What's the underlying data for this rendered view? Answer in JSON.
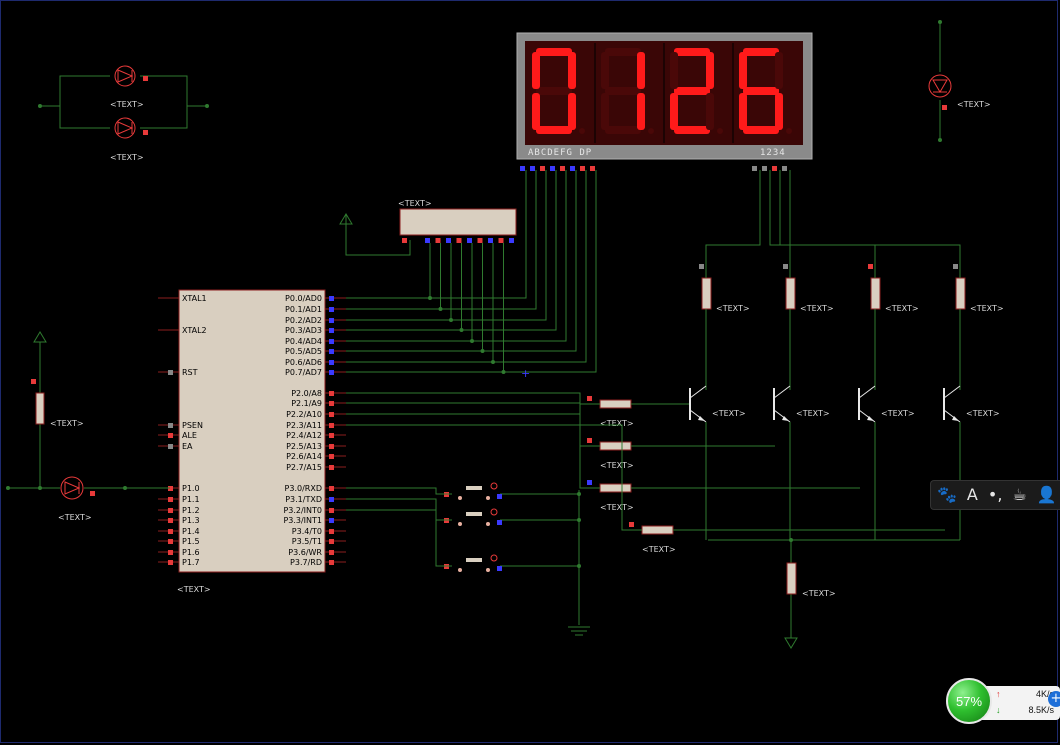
{
  "display": {
    "digits": [
      "0",
      "1",
      "2",
      "6"
    ],
    "segment_label": "ABCDEFG  DP",
    "digit_label": "1234",
    "active_color": "#ff1a1a",
    "inactive_color": "#4a0808"
  },
  "placeholder": "<TEXT>",
  "mcu": {
    "left_pins": [
      "XTAL1",
      "XTAL2",
      "RST",
      "PSEN",
      "ALE",
      "EA",
      "P1.0",
      "P1.1",
      "P1.2",
      "P1.3",
      "P1.4",
      "P1.5",
      "P1.6",
      "P1.7"
    ],
    "right_pins": [
      "P0.0/AD0",
      "P0.1/AD1",
      "P0.2/AD2",
      "P0.3/AD3",
      "P0.4/AD4",
      "P0.5/AD5",
      "P0.6/AD6",
      "P0.7/AD7",
      "P2.0/A8",
      "P2.1/A9",
      "P2.2/A10",
      "P2.3/A11",
      "P2.4/A12",
      "P2.5/A13",
      "P2.6/A14",
      "P2.7/A15",
      "P3.0/RXD",
      "P3.1/TXD",
      "P3.2/INT0",
      "P3.3/INT1",
      "P3.4/T0",
      "P3.5/T1",
      "P3.6/WR",
      "P3.7/RD"
    ]
  },
  "net_speed": {
    "percent": "57%",
    "up": "4K/s",
    "down": "8.5K/s",
    "up_arrow": "↑",
    "down_arrow": "↓",
    "plus": "+"
  },
  "toolbar_icons": [
    "paw-icon",
    "font-icon",
    "punctuation-icon",
    "cup-icon",
    "user-icon"
  ],
  "toolbar_glyphs": {
    "paw": "🐾",
    "font": "A",
    "punct": "•,",
    "cup": "☕",
    "user": "👤"
  },
  "colors": {
    "background": "#000000",
    "wire": "#2f7a2f",
    "pin_red": "#e83a3a",
    "pin_blue": "#3a3aff",
    "component_fill": "#d9cfc0"
  }
}
